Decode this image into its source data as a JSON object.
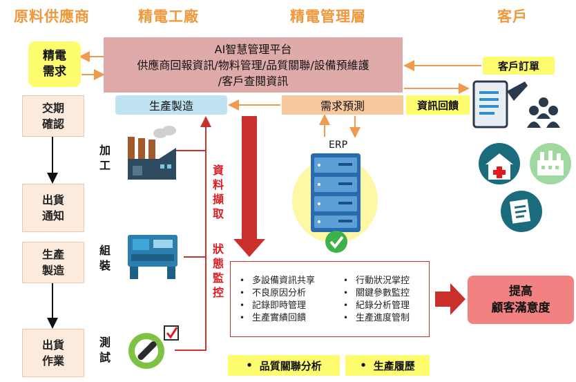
{
  "columns": {
    "supplier": "原料供應商",
    "factory": "精電工廠",
    "management": "精電管理層",
    "customer": "客戶"
  },
  "platform": {
    "line1": "AI智慧管理平台",
    "line2": "供應商回報資訊/物料管理/品質關聯/設備預維護",
    "line3": "/客戶查閱資訊"
  },
  "demand_box": [
    "精電",
    "需求"
  ],
  "supplier_steps": [
    [
      "交期",
      "確認"
    ],
    [
      "出貨",
      "通知"
    ],
    [
      "生產",
      "製造"
    ],
    [
      "出貨",
      "作業"
    ]
  ],
  "production_box": "生產製造",
  "forecast_box": "需求預測",
  "customer_order": "客戶訂單",
  "info_feedback": "資訊回饋",
  "erp_label": "ERP",
  "factory_steps": [
    [
      "加",
      "工"
    ],
    [
      "組",
      "裝"
    ],
    [
      "測",
      "試"
    ]
  ],
  "data_capture": [
    "資",
    "料",
    "擷",
    "取"
  ],
  "status_monitor": [
    "狀",
    "態",
    "監",
    "控"
  ],
  "features_left": [
    "多設備資訊共享",
    "不良原因分析",
    "記錄即時管理",
    "生產實績回饋"
  ],
  "features_right": [
    "行動狀況掌控",
    "關鍵參數監控",
    "紀錄分析管理",
    "生產進度管制"
  ],
  "satisfaction": [
    "提高",
    "顧客滿意度"
  ],
  "bottom_tags": [
    "品質關聯分析",
    "生產履歷"
  ],
  "icons": {
    "factory": "factory-icon",
    "assembly": "machine-icon",
    "testing": "wrench-gear-icon",
    "server": "server-icon",
    "document": "document-icon",
    "customers": "people-icon",
    "hospital": "hospital-icon",
    "plant": "plant-icon",
    "paper": "paper-icon"
  },
  "colors": {
    "header": "#f0973a",
    "platform": "#dfaaaa",
    "supplier_box": "#fcebdc",
    "yellow": "#fdfb6e",
    "blue_box": "#bfe3f0",
    "orange_box": "#f6c89e",
    "arrow_orange": "#ef9a4e",
    "arrow_red": "#c9302c",
    "red_text": "#e0191f",
    "teal": "#1a6b7c",
    "satisfaction": "#f28282"
  }
}
